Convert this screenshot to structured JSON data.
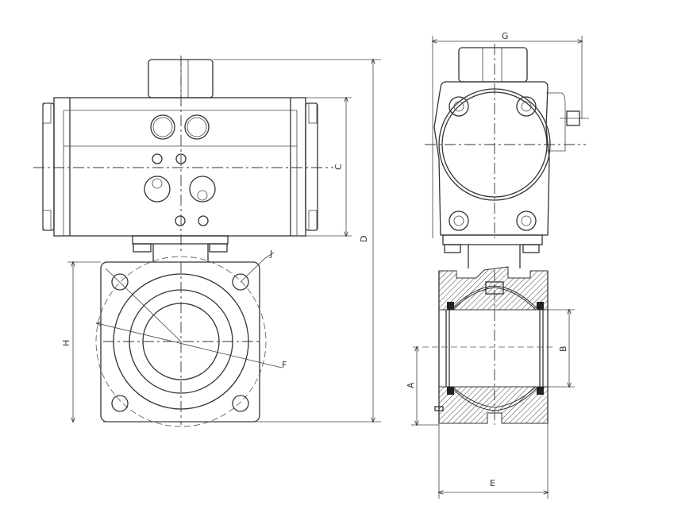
{
  "drawing": {
    "dimension_labels": {
      "D": "D",
      "C": "C",
      "H": "H",
      "F": "F",
      "J": "J",
      "G": "G",
      "B": "B",
      "A": "A",
      "E": "E"
    },
    "line_color": "#333333"
  }
}
